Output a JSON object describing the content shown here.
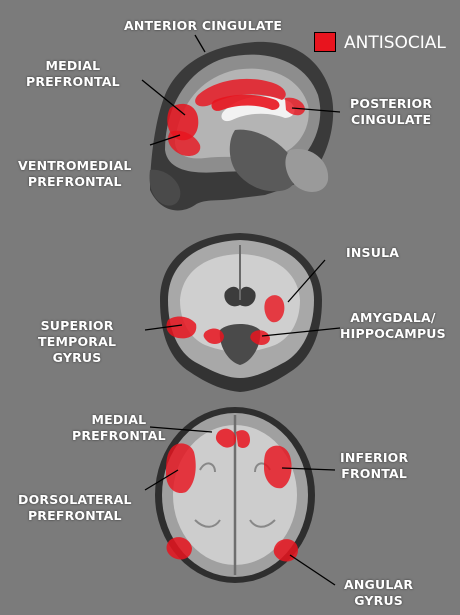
{
  "legend": {
    "label": "ANTISOCIAL",
    "color": "#e8141e"
  },
  "colors": {
    "background": "#7b7b7b",
    "highlight": "#e8141e",
    "label": "#ffffff"
  },
  "sagittal": {
    "anterior_cingulate": "ANTERIOR CINGULATE",
    "medial_prefrontal": [
      "MEDIAL",
      "PREFRONTAL"
    ],
    "posterior_cingulate": [
      "POSTERIOR",
      "CINGULATE"
    ],
    "ventromedial_prefrontal": [
      "VENTROMEDIAL",
      "PREFRONTAL"
    ]
  },
  "coronal": {
    "insula": "INSULA",
    "superior_temporal_gyrus": [
      "SUPERIOR",
      "TEMPORAL",
      "GYRUS"
    ],
    "amygdala_hippocampus": [
      "AMYGDALA/",
      "HIPPOCAMPUS"
    ]
  },
  "axial": {
    "medial_prefrontal": [
      "MEDIAL",
      "PREFRONTAL"
    ],
    "inferior_frontal": [
      "INFERIOR",
      "FRONTAL"
    ],
    "dorsolateral_prefrontal": [
      "DORSOLATERAL",
      "PREFRONTAL"
    ],
    "angular_gyrus": [
      "ANGULAR",
      "GYRUS"
    ]
  }
}
